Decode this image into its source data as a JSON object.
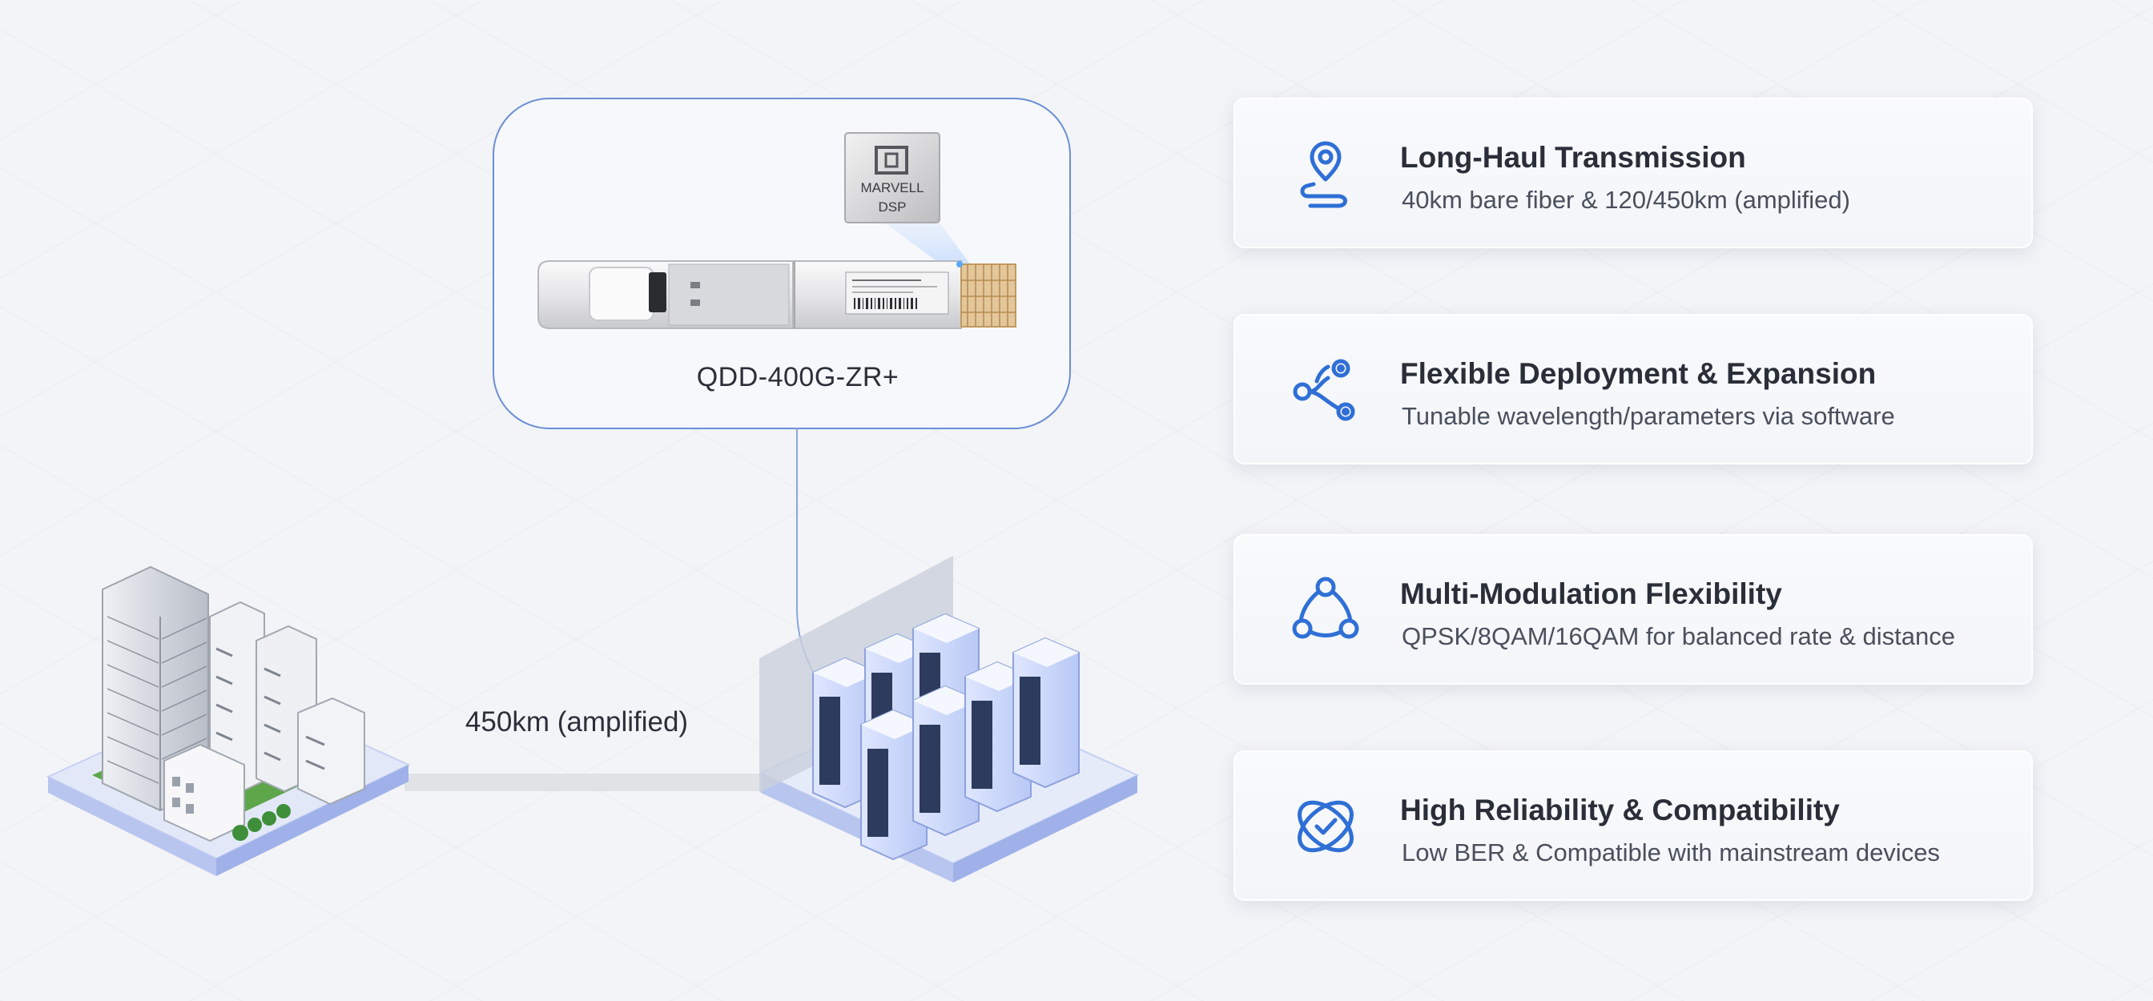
{
  "product": {
    "model": "QDD-400G-ZR+",
    "chip_brand": "MARVELL",
    "chip_type": "DSP"
  },
  "link": {
    "distance_label": "450km (amplified)"
  },
  "features": [
    {
      "icon": "location-route-icon",
      "title": "Long-Haul Transmission",
      "description": "40km bare fiber & 120/450km (amplified)"
    },
    {
      "icon": "share-nodes-icon",
      "title": "Flexible Deployment & Expansion",
      "description": "Tunable wavelength/parameters via software"
    },
    {
      "icon": "triangle-nodes-icon",
      "title": "Multi-Modulation Flexibility",
      "description": "QPSK/8QAM/16QAM for balanced rate & distance"
    },
    {
      "icon": "shield-check-orbit-icon",
      "title": "High Reliability & Compatibility",
      "description": "Low BER & Compatible with mainstream devices"
    }
  ],
  "colors": {
    "accent": "#2f6fd6",
    "outline": "#6b8fd6",
    "platform": "#e9eefb",
    "platform_edge": "#b7c5f0"
  }
}
